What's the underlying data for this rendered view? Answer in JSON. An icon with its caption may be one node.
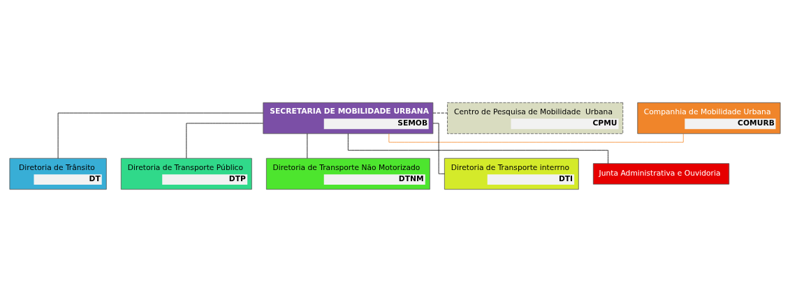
{
  "diagram": {
    "nodes": [
      {
        "text": [
          "SECRETARIA DE MOBILIDADE URBANA",
          "SEMOB"
        ]
      },
      {
        "text": [
          "Companhia de Mobilidade Urbana",
          "COMURB"
        ]
      },
      {
        "text": [
          "Centro de Pesquisa de Mobilidade  Urbana",
          "CPMU"
        ]
      },
      {
        "text": [
          "Diretoria de Trânsito",
          "DT"
        ]
      },
      {
        "text": [
          "Diretoria de Transporte Público",
          "DTP"
        ]
      },
      {
        "text": [
          "Diretoria de Transporte Não Motorizado",
          "DTNM"
        ]
      },
      {
        "text": [
          "Diretoria de Transporte interrno",
          "DTI"
        ]
      },
      {
        "text": [
          "Junta Administrativa e Ouvidoria"
        ]
      }
    ],
    "edges": [
      {
        "from": 0,
        "to": 1,
        "arrow": "none",
        "color": "#f58a2a"
      },
      {
        "from": 0,
        "to": 2,
        "arrow": "none",
        "style": "dashed"
      },
      {
        "from": 0,
        "to": 3,
        "arrow": "none"
      },
      {
        "from": 0,
        "to": 4,
        "arrow": "none"
      },
      {
        "from": 0,
        "to": 5,
        "arrow": "none"
      },
      {
        "from": 0,
        "to": 6,
        "arrow": "none"
      },
      {
        "from": 0,
        "to": 7,
        "arrow": "none"
      }
    ]
  }
}
